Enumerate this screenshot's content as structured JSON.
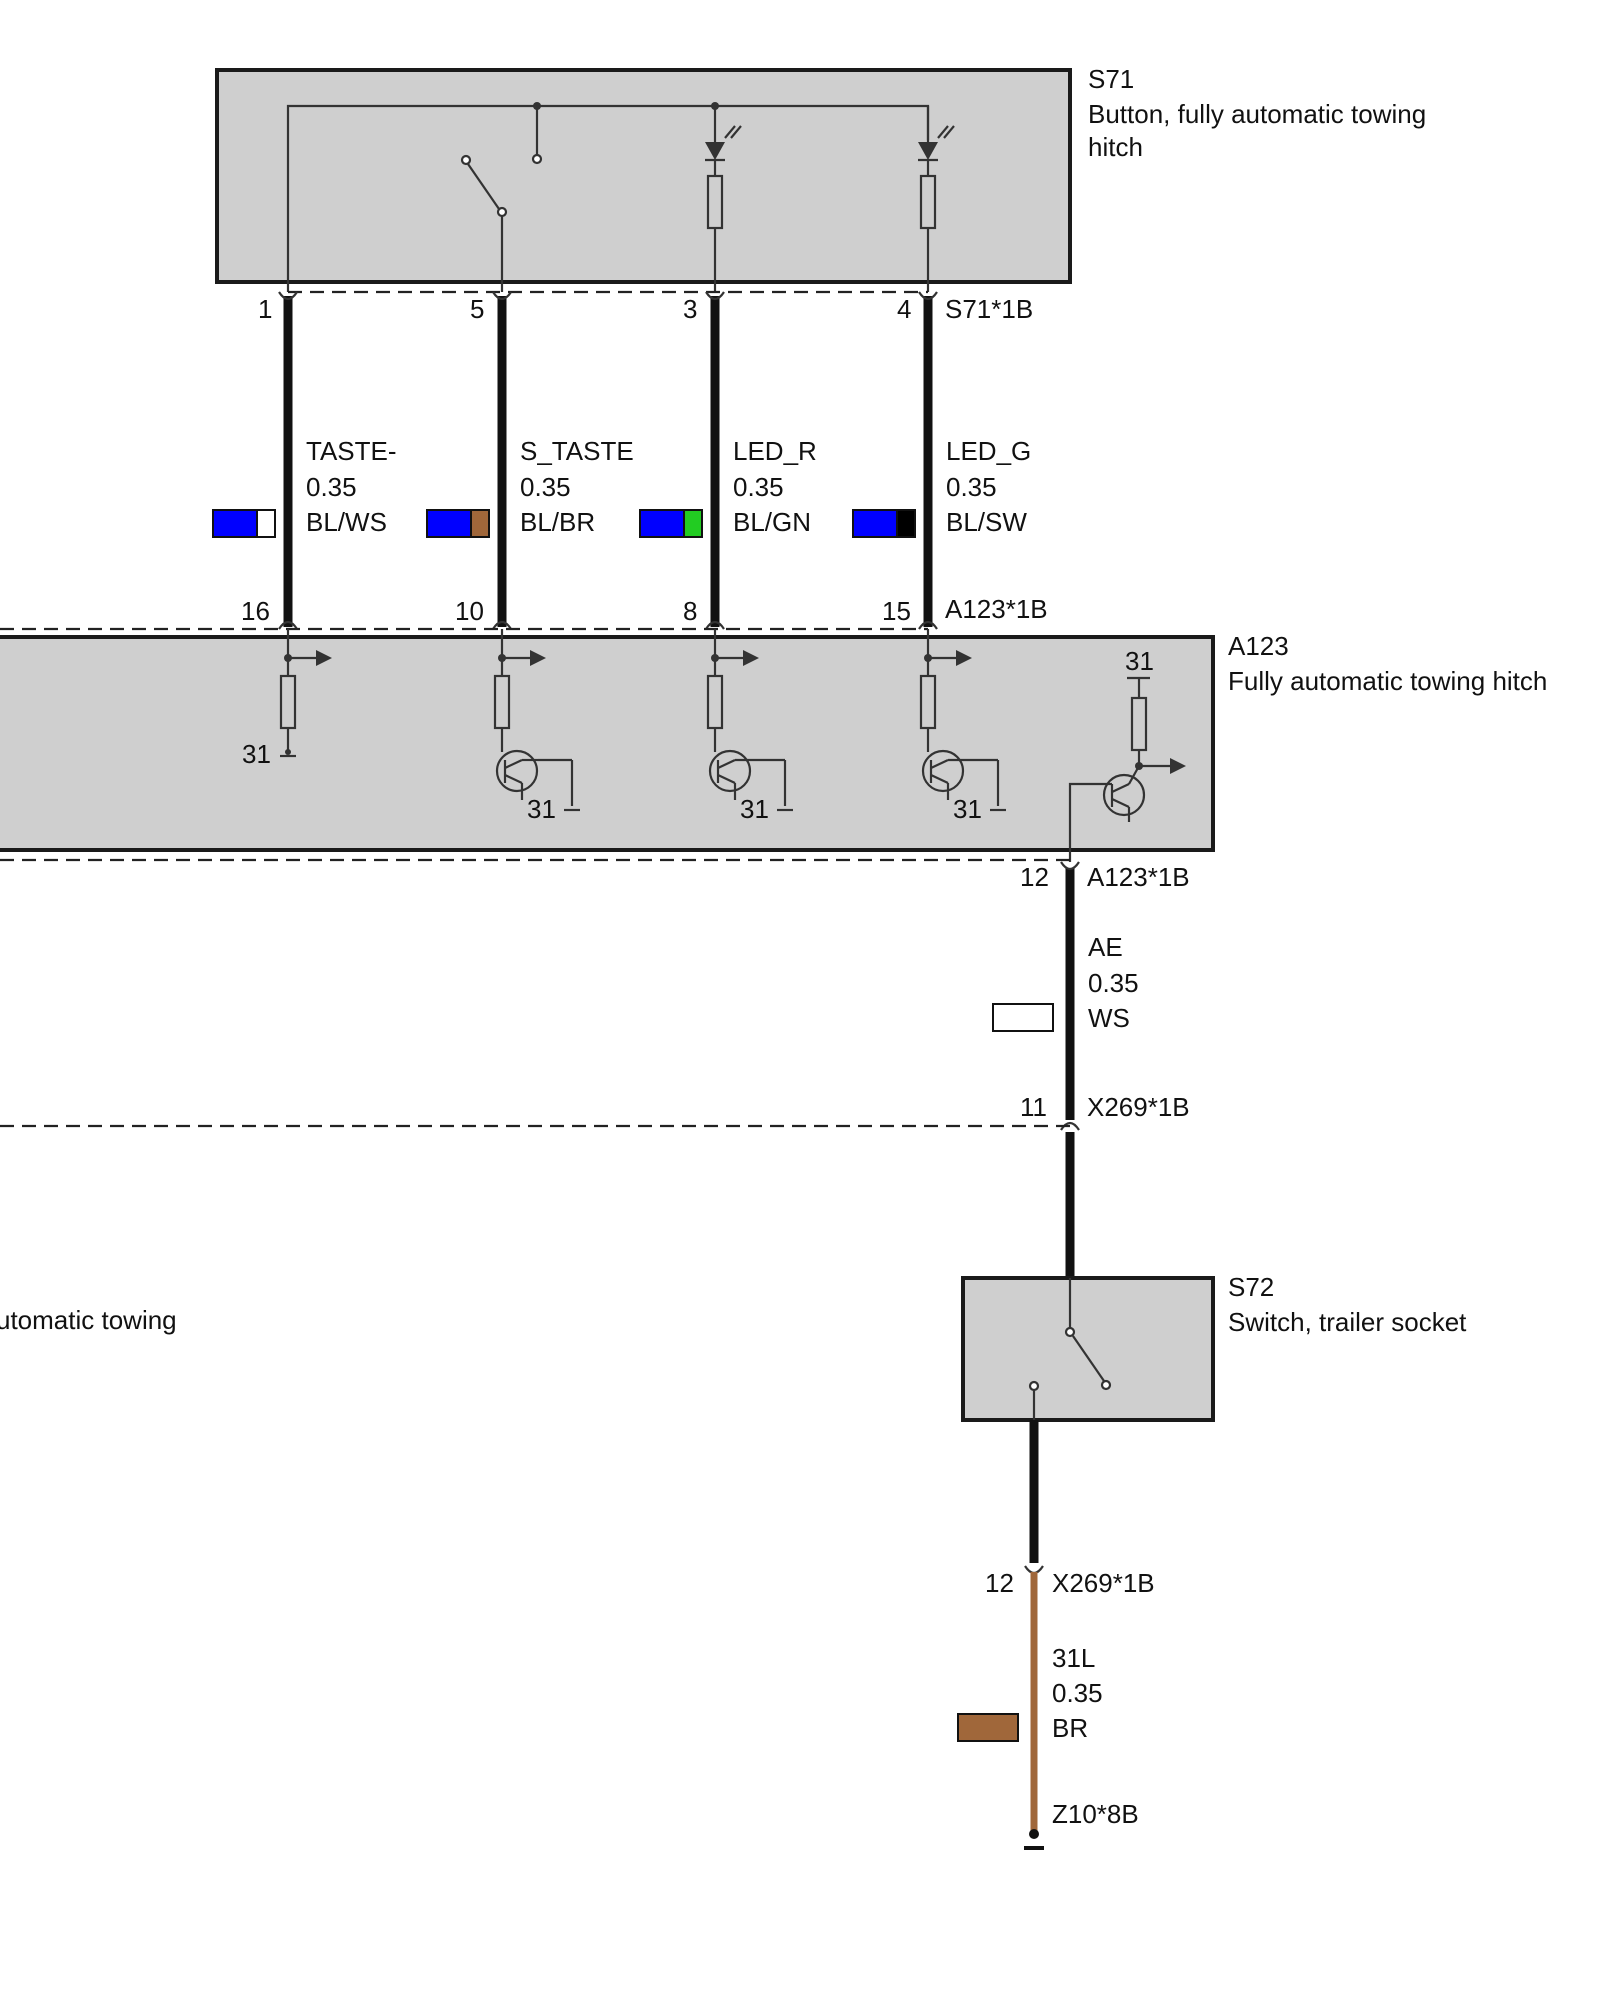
{
  "components": {
    "s71": {
      "id": "S71",
      "name_line1": "Button, fully automatic towing",
      "name_line2": "hitch",
      "connector": "S71*1B"
    },
    "a123": {
      "id": "A123",
      "name": "Fully automatic towing hitch",
      "connector_top": "A123*1B",
      "connector_bottom": "A123*1B"
    },
    "s72": {
      "id": "S72",
      "name": "Switch, trailer socket"
    },
    "x269_top": {
      "pin": "11",
      "connector": "X269*1B"
    },
    "x269_bottom": {
      "pin": "12",
      "connector": "X269*1B"
    },
    "z10": {
      "connector": "Z10*8B"
    },
    "cutoff_label": "utomatic towing"
  },
  "wires": [
    {
      "pin_top": "1",
      "pin_bottom": "16",
      "signal": "TASTE-",
      "size": "0.35",
      "color_code": "BL/WS",
      "colors": [
        "#0000ff",
        "#ffffff"
      ]
    },
    {
      "pin_top": "5",
      "pin_bottom": "10",
      "signal": "S_TASTE",
      "size": "0.35",
      "color_code": "BL/BR",
      "colors": [
        "#0000ff",
        "#a0673a"
      ]
    },
    {
      "pin_top": "3",
      "pin_bottom": "8",
      "signal": "LED_R",
      "size": "0.35",
      "color_code": "BL/GN",
      "colors": [
        "#0000ff",
        "#22cc22"
      ]
    },
    {
      "pin_top": "4",
      "pin_bottom": "15",
      "signal": "LED_G",
      "size": "0.35",
      "color_code": "BL/SW",
      "colors": [
        "#0000ff",
        "#000000"
      ]
    }
  ],
  "wire_ae": {
    "pin_top": "12",
    "signal": "AE",
    "size": "0.35",
    "color_code": "WS",
    "color": "#ffffff"
  },
  "wire_31l": {
    "signal": "31L",
    "size": "0.35",
    "color_code": "BR",
    "color": "#a0673a"
  },
  "ground_labels": [
    "31",
    "31",
    "31",
    "31",
    "31"
  ]
}
